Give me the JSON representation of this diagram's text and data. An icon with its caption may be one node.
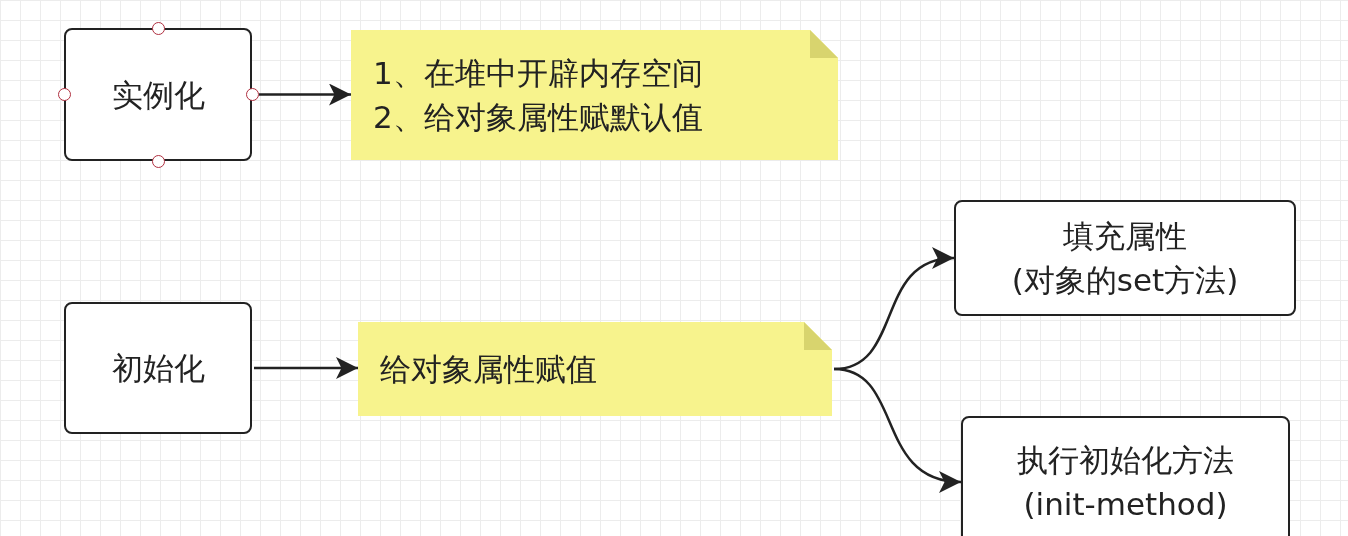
{
  "diagram": {
    "nodes": [
      {
        "text": [
          "实例化"
        ]
      },
      {
        "text": [
          "1、在堆中开辟内存空间",
          "2、给对象属性赋默认值"
        ]
      },
      {
        "text": [
          "初始化"
        ]
      },
      {
        "text": [
          "给对象属性赋值"
        ]
      },
      {
        "text": [
          "填充属性",
          "(对象的set方法)"
        ]
      },
      {
        "text": [
          "执行初始化方法",
          "(init-method)"
        ]
      }
    ],
    "edges": [
      {
        "from": 0,
        "to": 1,
        "arrow": "to"
      },
      {
        "from": 2,
        "to": 3,
        "arrow": "to"
      },
      {
        "from": 3,
        "to": 4,
        "arrow": "to"
      },
      {
        "from": 3,
        "to": 5,
        "arrow": "to"
      }
    ]
  }
}
